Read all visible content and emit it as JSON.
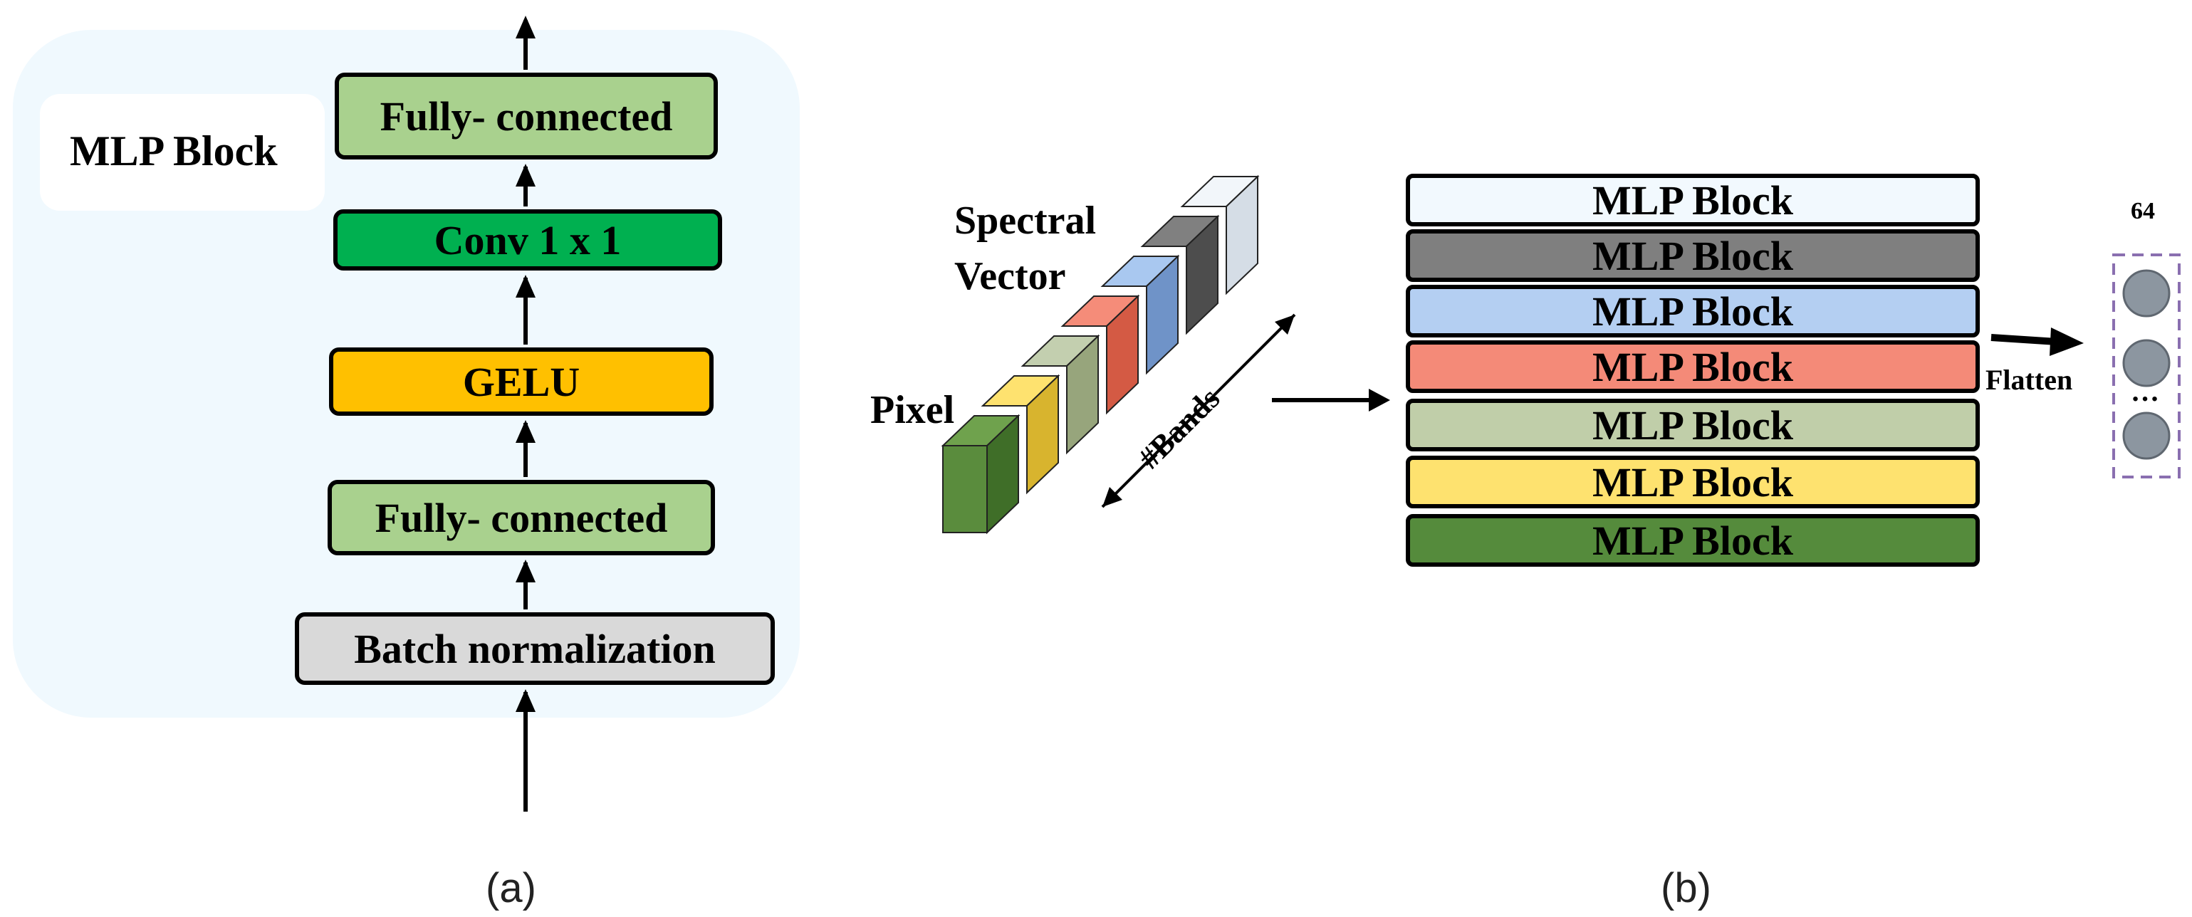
{
  "panel_a": {
    "title": "MLP Block",
    "layers": {
      "fc_top": "Fully- connected",
      "conv": "Conv 1 x 1",
      "gelu": "GELU",
      "fc_low": "Fully- connected",
      "batch_norm": "Batch normalization"
    },
    "caption": "(a)"
  },
  "panel_b": {
    "vector_label_line1": "Spectral",
    "vector_label_line2": "Vector",
    "pixel_label": "Pixel",
    "bands_label": "#Bands",
    "stack": [
      {
        "label": "MLP Block",
        "color": "#f2f9fe"
      },
      {
        "label": "MLP Block",
        "color": "#7f7f7f"
      },
      {
        "label": "MLP Block",
        "color": "#b4cff2"
      },
      {
        "label": "MLP Block",
        "color": "#f48a78"
      },
      {
        "label": "MLP Block",
        "color": "#c0cea9"
      },
      {
        "label": "MLP Block",
        "color": "#fee26f"
      },
      {
        "label": "MLP Block",
        "color": "#558b3c"
      }
    ],
    "flatten_label": "Flatten",
    "output_size": "64",
    "output_ellipsis": "…",
    "caption": "(b)"
  },
  "colors": {
    "panel_bg": "#f0f9fe",
    "fc": "#a9d18e",
    "conv": "#00b050",
    "gelu": "#ffc000",
    "batch_norm": "#d9d9d9",
    "node": "#8c96a0",
    "node_border": "#8a6fb0"
  }
}
